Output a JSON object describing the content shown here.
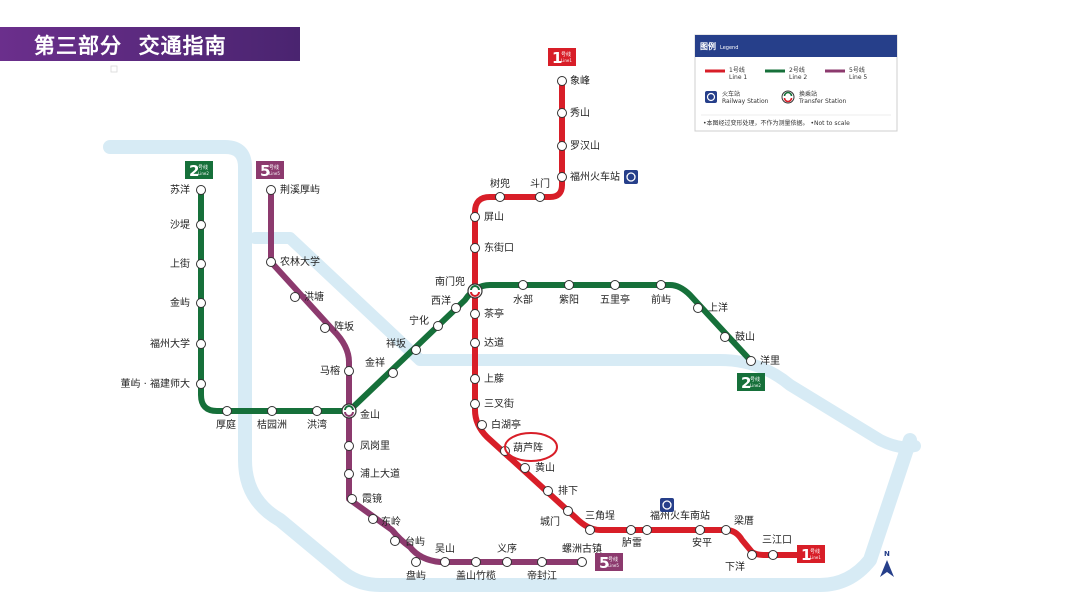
{
  "header": {
    "title": "第三部分  交通指南"
  },
  "legend": {
    "title": "图例",
    "title_en": "Legend",
    "line1": "1号线",
    "line1_en": "Line 1",
    "line2": "2号线",
    "line2_en": "Line 2",
    "line5": "5号线",
    "line5_en": "Line 5",
    "railway": "火车站",
    "railway_en": "Railway Station",
    "transfer": "换乘站",
    "transfer_en": "Transfer Station",
    "note": "•本图经过变形处理，不作为测量依据。 •Not to scale"
  },
  "badges": {
    "line1": "1",
    "line2": "2",
    "line5": "5",
    "hao": "号线",
    "line1_en": "Line1",
    "line2_en": "Line2",
    "line5_en": "Line5"
  },
  "north": "N",
  "colors": {
    "line1": "#d81e28",
    "line2": "#16703a",
    "line5": "#8c3a6e",
    "river": "#d7ebf5",
    "header": "#5b2a80",
    "legend_bar": "#263f8a"
  },
  "stations": {
    "line1": [
      "象峰",
      "秀山",
      "罗汉山",
      "福州火车站",
      "斗门",
      "树兜",
      "屏山",
      "东街口",
      "南门兜",
      "茶亭",
      "达道",
      "上藤",
      "三叉街",
      "白湖亭",
      "葫芦阵",
      "黄山",
      "排下",
      "城门",
      "三角埕",
      "福州火车南站",
      "胪雷",
      "安平",
      "梁厝",
      "下洋",
      "三江口"
    ],
    "line2": [
      "苏洋",
      "沙堤",
      "上街",
      "金屿",
      "福州大学",
      "董屿 · 福建师大",
      "厚庭",
      "桔园洲",
      "洪湾",
      "金山",
      "金祥",
      "祥坂",
      "宁化",
      "西洋",
      "南门兜",
      "水部",
      "紫阳",
      "五里亭",
      "前屿",
      "上洋",
      "鼓山",
      "洋里"
    ],
    "line5": [
      "荆溪厚屿",
      "农林大学",
      "洪塘",
      "阵坂",
      "马榕",
      "金山",
      "凤岗里",
      "浦上大道",
      "霞镜",
      "东岭",
      "台屿",
      "盘屿",
      "吴山",
      "盖山竹榄",
      "义序",
      "帝封江",
      "螺洲古镇"
    ]
  },
  "highlight": "葫芦阵"
}
